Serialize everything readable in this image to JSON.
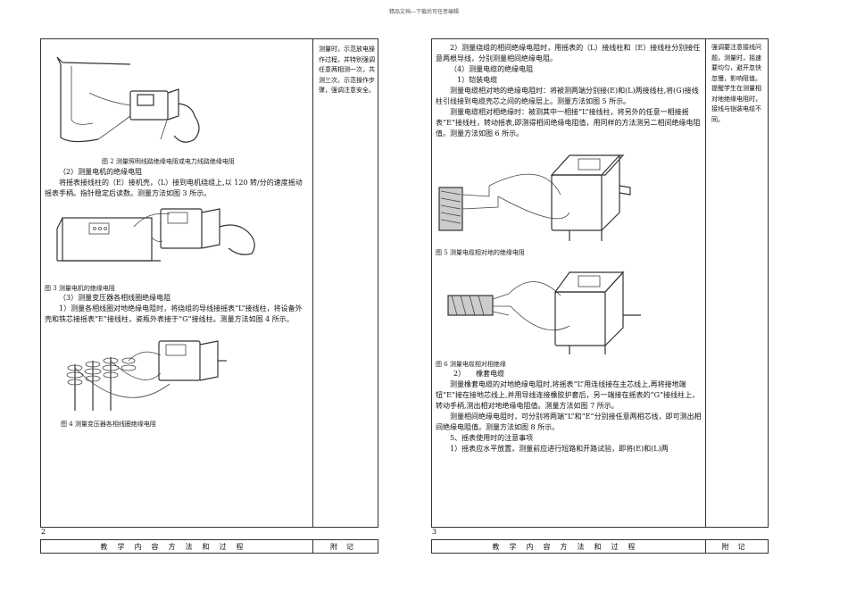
{
  "watermark": "精品文档---下载后可任意编辑",
  "left_page": {
    "caption_fig2": "图 2 测量照明线路绝缘电阻或电力线路绝缘电阻",
    "heading_2": "（2）测量电机的绝缘电阻",
    "para_2": "将摇表接线柱的（E）接机壳，（L）接到电机绕组上,以 120 转/分的速度摇动摇表手柄。指针稳定后读数。测量方法如图 3 所示。",
    "caption_fig3": "图 3 测量电机的绝缘电阻",
    "heading_3": "（3）测量变压器各相线圈绝缘电阻",
    "para_3": "1）测量各相线圈对地绝缘电阻时，将绕组的导线接摇表“L”接线柱，将设备外壳和铁芯接摇表“E”接线柱，瓷瓶外表接于“G”接线柱。测量方法如图 4 所示。",
    "caption_fig4": "图 4 测量变压器各相线圈绝缘电阻",
    "side_note": "测量时，示范放电操作过程，并特别强调任意两相测一次，共测三次。示范操作步骤，强调注意安全。",
    "page_number": "2"
  },
  "right_page": {
    "para_1": "2）测量绕组的相间绝缘电阻时，用摇表的（L）接线柱和（E）接线柱分别接任意两根导线，分别测量相间绝缘电阻。",
    "heading_4": "（4）测量电缆的绝缘电阻",
    "heading_4_1": "1）铠装电缆",
    "para_4_1a": "测量电缆相对地的绝缘电阻时：将被测两端分别接(E)和(L)两接线柱,将(G)接线柱引线接到电缆壳芯之间的绝缘层上。测量方法如图 5 所示。",
    "para_4_1b": "测量电缆相对相绝缘时：被测其中一相接“L”接线柱，将另外的任意一相接摇表“E”接线柱，转动摇表,即测得相间绝缘电阻值，用同样的方法测另二相间绝缘电阻值。测量方法如图 6 所示。",
    "caption_fig5": "图 5 测量电缆相对地的绝缘电阻",
    "caption_fig6": "图 6 测量电缆相对相绝缘",
    "heading_4_2": "2）　　橡套电缆",
    "para_4_2a": "测量橡套电缆的对地绝缘电阻时,将摇表“L”用连线接在主芯线上,再将接地端钮“E”接在接地芯线上,并用导线连接橡胶护套后，另一端接在摇表的“G”接线柱上，转动手柄,测出相对地绝缘电阻值。测量方法如图 7 所示。",
    "para_4_2b": "测量相间绝缘电阻时，可分别将两端“L”和“E”分别接任意两相芯线，即可测出相间绝缘电阻值。测量方法如图 8 所示。",
    "heading_5": "5、摇表使用时的注意事项",
    "para_5": "1）摇表应水平放置，测量前应进行短路和开路试验，即将(E)和(L)两",
    "side_note": "强调要注意接线问题，测量时，摇速要均匀，避开忽快忽慢，影响阻值。提醒学生在测量相对地绝缘电阻时，接线与铠装电缆不同。",
    "page_number": "3"
  },
  "footer": {
    "main_label": "教学内容方法和过程",
    "note_label": "附记"
  }
}
